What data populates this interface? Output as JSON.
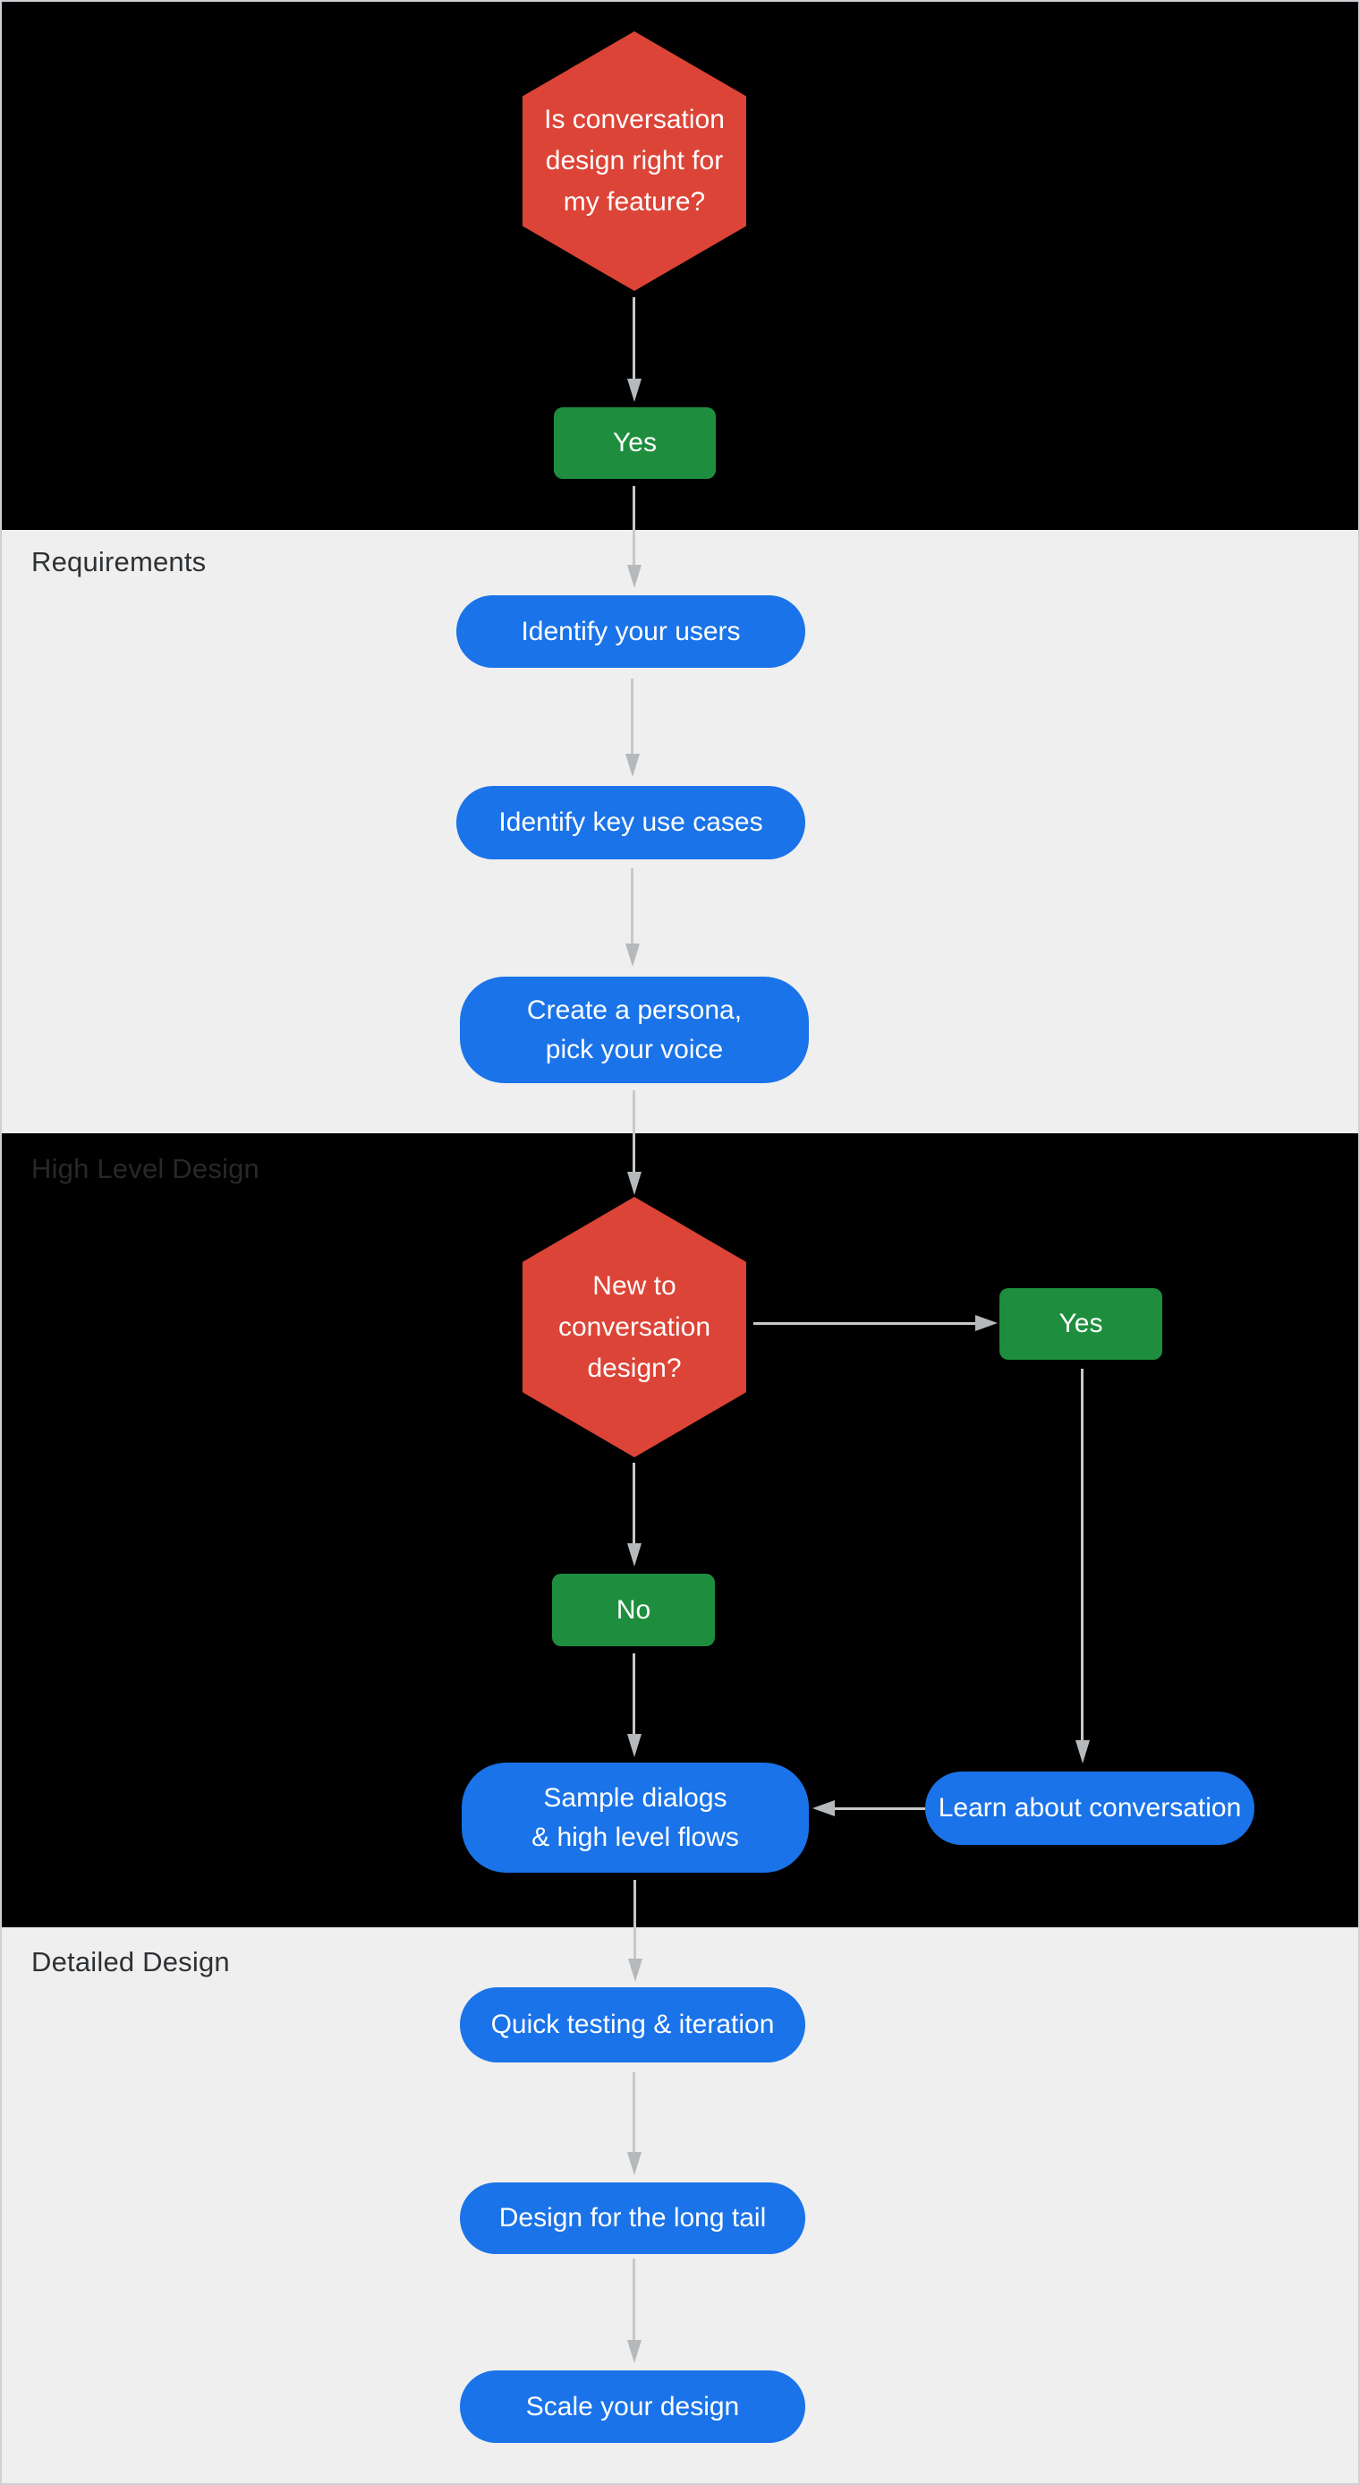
{
  "sections": {
    "requirements": {
      "label": "Requirements"
    },
    "high_level_design": {
      "label": "High Level Design"
    },
    "detailed_design": {
      "label": "Detailed Design"
    }
  },
  "nodes": {
    "q_feature_fit": {
      "type": "decision",
      "label": "Is conversation\ndesign right for\nmy feature?"
    },
    "q_feature_fit_yes": {
      "type": "answer",
      "label": "Yes"
    },
    "identify_users": {
      "type": "step",
      "label": "Identify your users"
    },
    "identify_use_cases": {
      "type": "step",
      "label": "Identify key use cases"
    },
    "create_persona": {
      "type": "step",
      "label": "Create a persona,\npick your voice"
    },
    "q_new_to_cd": {
      "type": "decision",
      "label": "New to\nconversation\ndesign?"
    },
    "q_new_to_cd_yes": {
      "type": "answer",
      "label": "Yes"
    },
    "q_new_to_cd_no": {
      "type": "answer",
      "label": "No"
    },
    "sample_dialogs": {
      "type": "step",
      "label": "Sample dialogs\n& high level flows"
    },
    "learn_conversation": {
      "type": "step",
      "label": "Learn about conversation"
    },
    "quick_testing": {
      "type": "step",
      "label": "Quick testing & iteration"
    },
    "design_long_tail": {
      "type": "step",
      "label": "Design for the long tail"
    },
    "scale_design": {
      "type": "step",
      "label": "Scale your design"
    }
  },
  "colors": {
    "band_black": "#000000",
    "band_gray": "#efefef",
    "section_label": "#2e3134",
    "decision_red": "#dc4437",
    "answer_green": "#1e8e3e",
    "step_blue": "#1a73e8",
    "node_text": "#ffffff",
    "arrow_line": "#c7c8ca",
    "arrow_head": "#b6b9bb"
  }
}
